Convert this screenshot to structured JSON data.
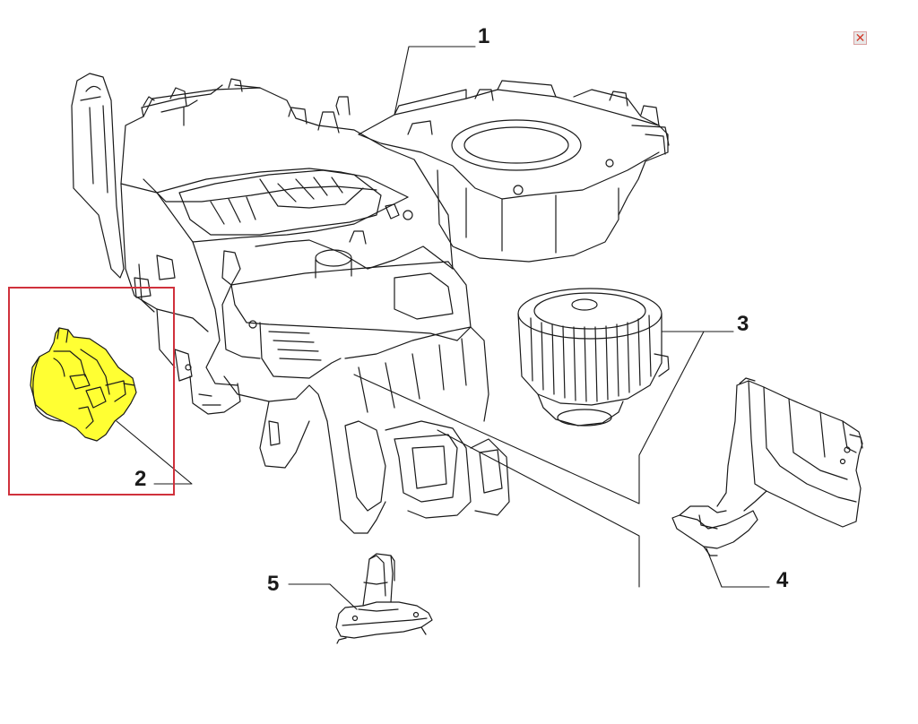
{
  "callouts": {
    "c1": "1",
    "c2": "2",
    "c3": "3",
    "c4": "4",
    "c5": "5"
  },
  "close_button": {
    "glyph": "✕",
    "icon": "close-icon"
  },
  "colors": {
    "line": "#1a1a1a",
    "highlight": "#ffff33",
    "selection_box": "#d0313c"
  }
}
